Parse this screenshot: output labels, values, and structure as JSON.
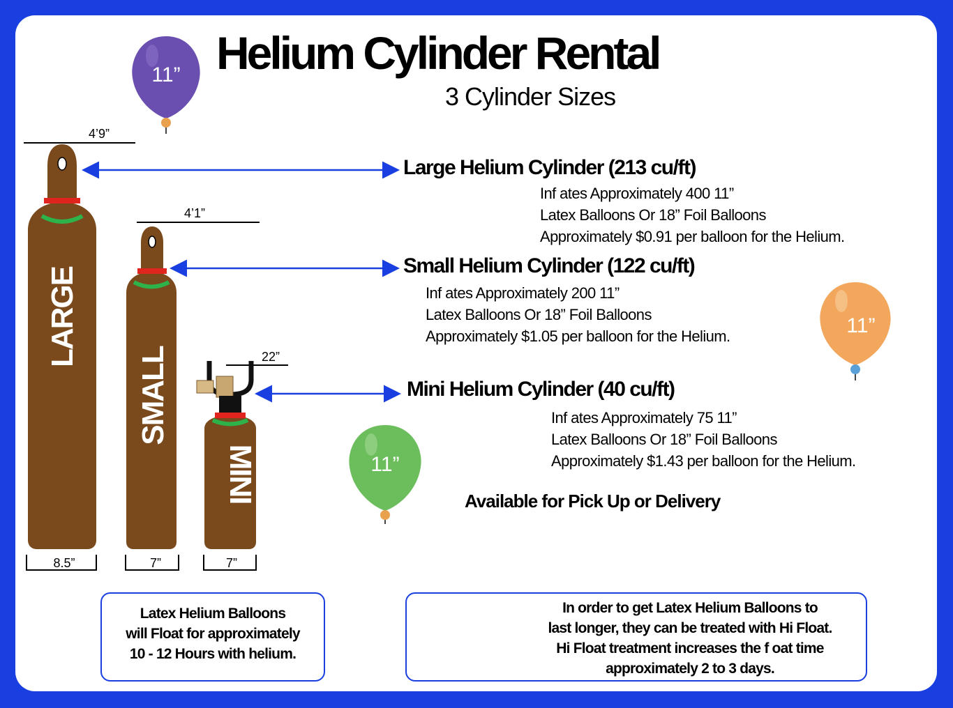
{
  "title": "Helium Cylinder Rental",
  "subtitle": "3 Cylinder Sizes",
  "balloon_label": "11”",
  "colors": {
    "border": "#1a3fe0",
    "cylinder": "#7a4a1c",
    "red_band": "#e0251f",
    "green_band": "#2db34a",
    "arrow": "#1a3fe0"
  },
  "cylinders": {
    "large": {
      "label": "LARGE",
      "height": "4’9”",
      "width": "8.5”",
      "heading": "Large Helium Cylinder (213 cu/ft)",
      "lines": [
        "Inf ates Approximately 400 11”",
        "Latex Balloons Or 18” Foil Balloons",
        "Approximately $0.91 per balloon for the Helium."
      ]
    },
    "small": {
      "label": "SMALL",
      "height": "4’1”",
      "width": "7”",
      "heading": "Small Helium Cylinder (122 cu/ft)",
      "lines": [
        "Inf ates Approximately 200 11”",
        "Latex Balloons Or 18” Foil Balloons",
        "Approximately $1.05 per balloon for the Helium."
      ]
    },
    "mini": {
      "label": "MINI",
      "height": "22”",
      "width": "7”",
      "heading": "Mini Helium Cylinder (40 cu/ft)",
      "lines": [
        "Inf ates Approximately 75 11”",
        "Latex Balloons Or 18” Foil Balloons",
        "Approximately $1.43 per balloon for the Helium."
      ]
    }
  },
  "availability": "Available for Pick Up or Delivery",
  "note_left": [
    "Latex Helium Balloons",
    "will Float for approximately",
    "10 - 12 Hours with helium."
  ],
  "note_right": [
    "In order to get Latex Helium Balloons to",
    "last longer, they can be treated with Hi Float.",
    "Hi Float treatment increases the f oat time",
    "approximately 2 to 3 days."
  ]
}
